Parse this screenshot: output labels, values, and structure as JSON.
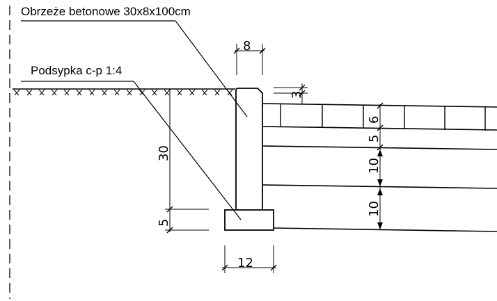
{
  "labels": {
    "curb": "Obrzeże betonowe 30x8x100cm",
    "bedding": "Podsypka c-p 1:4"
  },
  "dimensions": {
    "curb_width": "8",
    "curb_chamfer": "3",
    "curb_height": "30",
    "base_height": "5",
    "base_width": "12",
    "layer_top": "6",
    "layer_2": "5",
    "layer_3": "10",
    "layer_4": "10"
  },
  "colors": {
    "line": "#000000",
    "background": "#ffffff"
  }
}
